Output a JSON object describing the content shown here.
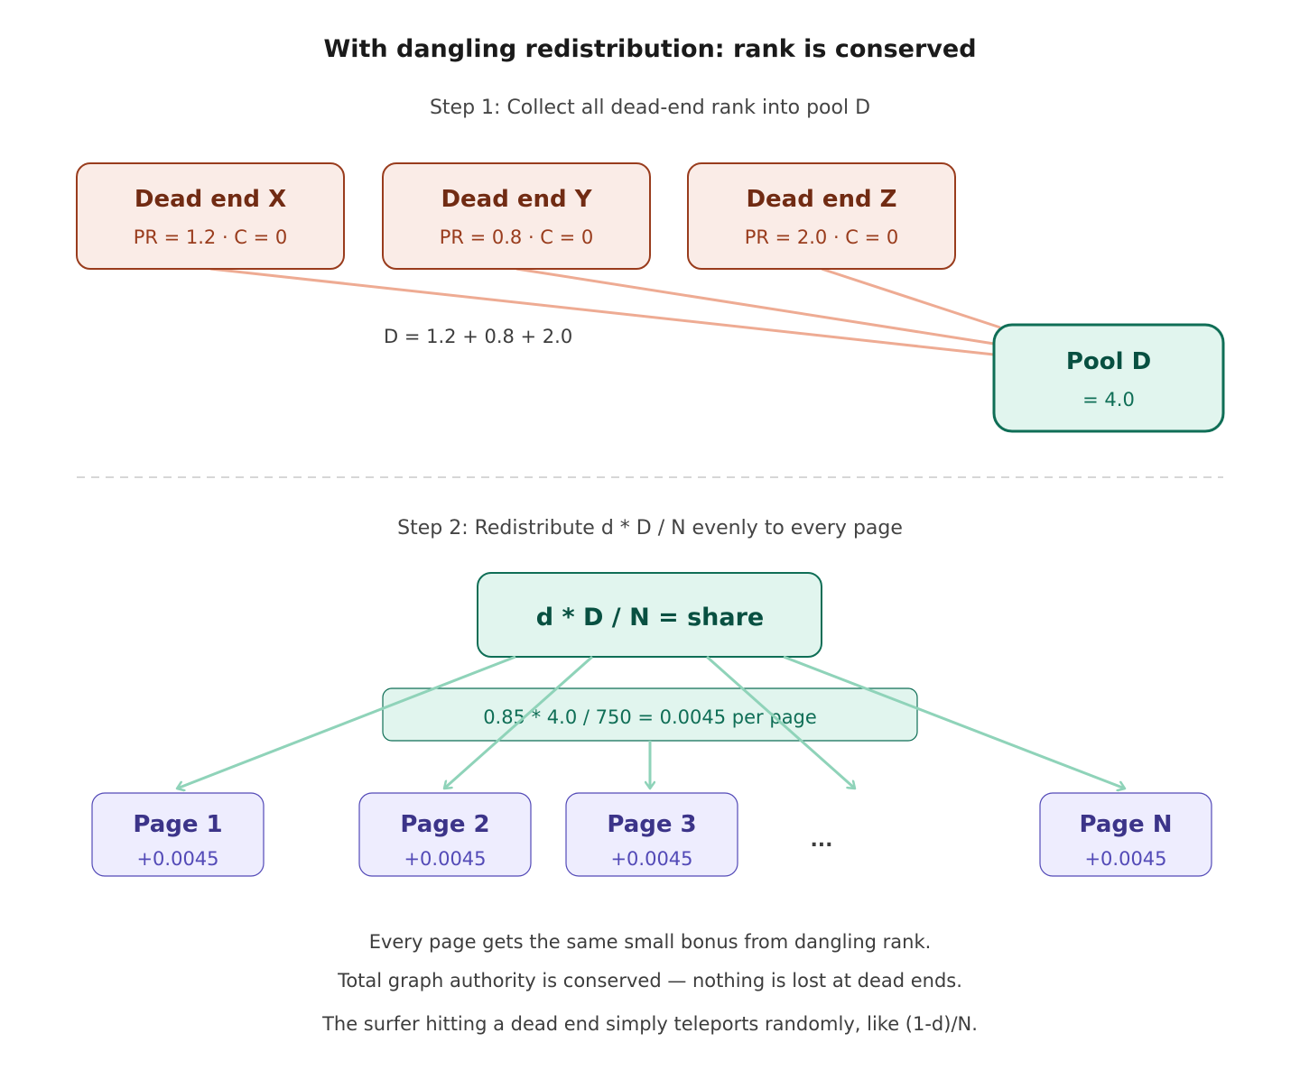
{
  "title": "With dangling redistribution: rank is conserved",
  "step1": {
    "label": "Step 1: Collect all dead-end rank into pool D",
    "dead_ends": [
      {
        "name": "Dead end X",
        "detail": "PR = 1.2 · C = 0",
        "pr": 1.2
      },
      {
        "name": "Dead end Y",
        "detail": "PR = 0.8 · C = 0",
        "pr": 0.8
      },
      {
        "name": "Dead end Z",
        "detail": "PR = 2.0 · C = 0",
        "pr": 2.0
      }
    ],
    "formula": "D = 1.2 + 0.8 + 2.0",
    "pool": {
      "name": "Pool D",
      "value": "= 4.0"
    }
  },
  "step2": {
    "label": "Step 2: Redistribute d * D / N evenly to every page",
    "share_formula": "d * D / N = share",
    "calculation": "0.85 * 4.0 / 750 = 0.0045 per page",
    "pages": [
      {
        "name": "Page 1",
        "bonus": "+0.0045"
      },
      {
        "name": "Page 2",
        "bonus": "+0.0045"
      },
      {
        "name": "Page 3",
        "bonus": "+0.0045"
      },
      {
        "name": "Page N",
        "bonus": "+0.0045"
      }
    ],
    "ellipsis": "..."
  },
  "notes": [
    "Every page gets the same small bonus from dangling rank.",
    "Total graph authority is conserved — nothing is lost at dead ends.",
    "The surfer hitting a dead end simply teleports randomly, like (1-d)/N."
  ],
  "colors": {
    "dead_end_fill": "#faece7",
    "dead_end_stroke": "#993c1d",
    "dead_end_link": "#f0997b",
    "pool_fill": "#e1f5ee",
    "pool_stroke": "#0f6e56",
    "arrow": "#5dcaa5",
    "page_fill": "#eeedfe",
    "page_stroke": "#534ab7"
  }
}
